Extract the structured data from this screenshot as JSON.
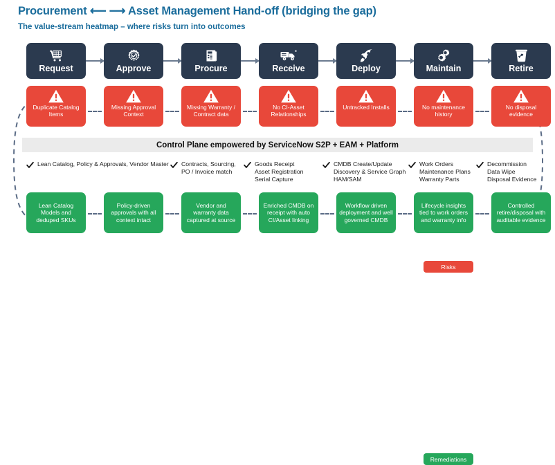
{
  "header": {
    "title": "Procurement ⟵ ⟶ Asset Management Hand-off (bridging the gap)",
    "subtitle": "The value-stream heatmap – where risks turn into outcomes",
    "title_color": "#1b6d9c"
  },
  "colors": {
    "stage": "#2b3a4f",
    "risk": "#e8483a",
    "remediation": "#26a75b",
    "band": "#ebebeb",
    "connector": "#6b7b90",
    "dashed": "#5a6b85"
  },
  "control_plane": {
    "label": "Control Plane empowered by ServiceNow S2P + EAM + Platform"
  },
  "stages": [
    {
      "label": "Request",
      "icon": "shopping-cart-icon"
    },
    {
      "label": "Approve",
      "icon": "approval-badge-icon"
    },
    {
      "label": "Procure",
      "icon": "invoice-scroll-icon"
    },
    {
      "label": "Receive",
      "icon": "delivery-truck-icon"
    },
    {
      "label": "Deploy",
      "icon": "rocket-icon"
    },
    {
      "label": "Maintain",
      "icon": "gears-icon"
    },
    {
      "label": "Retire",
      "icon": "recycle-bin-icon"
    }
  ],
  "risks": [
    {
      "label": "Duplicate\nCatalog Items"
    },
    {
      "label": "Missing\nApproval\nContext"
    },
    {
      "label": "Missing\nWarranty /\nContract data"
    },
    {
      "label": "No CI-Asset\nRelationships"
    },
    {
      "label": "Untracked\nInstalls"
    },
    {
      "label": "No maintenance\nhistory"
    },
    {
      "label": "No disposal\nevidence"
    }
  ],
  "capabilities": [
    {
      "text": "Lean Catalog, Policy & Approvals, Vendor Master"
    },
    {
      "text": "Contracts, Sourcing,\nPO / Invoice match"
    },
    {
      "text": "Goods Receipt\nAsset Registration\nSerial Capture"
    },
    {
      "text": "CMDB Create/Update\nDiscovery & Service Graph\nHAM/SAM"
    },
    {
      "text": "Work Orders\nMaintenance Plans\nWarranty Parts"
    },
    {
      "text": "Decommission\nData Wipe\nDisposal Evidence"
    }
  ],
  "remediations": [
    {
      "label": "Lean Catalog\nModels and\ndeduped SKUs"
    },
    {
      "label": "Policy-driven\napprovals with\nall context intact"
    },
    {
      "label": "Vendor and\nwarranty data\ncaptured at\nsource"
    },
    {
      "label": "Enriched CMDB\non receipt with\nauto CI/Asset\nlinking"
    },
    {
      "label": "Workflow driven\ndeployment and\nwell governed\nCMDB"
    },
    {
      "label": "Lifecycle\ninsights tied to\nwork orders and\nwarranty info"
    },
    {
      "label": "Controlled\nretire/disposal\nwith auditable\nevidence"
    }
  ],
  "legend": [
    {
      "label": "Risks",
      "color": "#e8483a"
    },
    {
      "label": "Remediations",
      "color": "#26a75b"
    }
  ]
}
